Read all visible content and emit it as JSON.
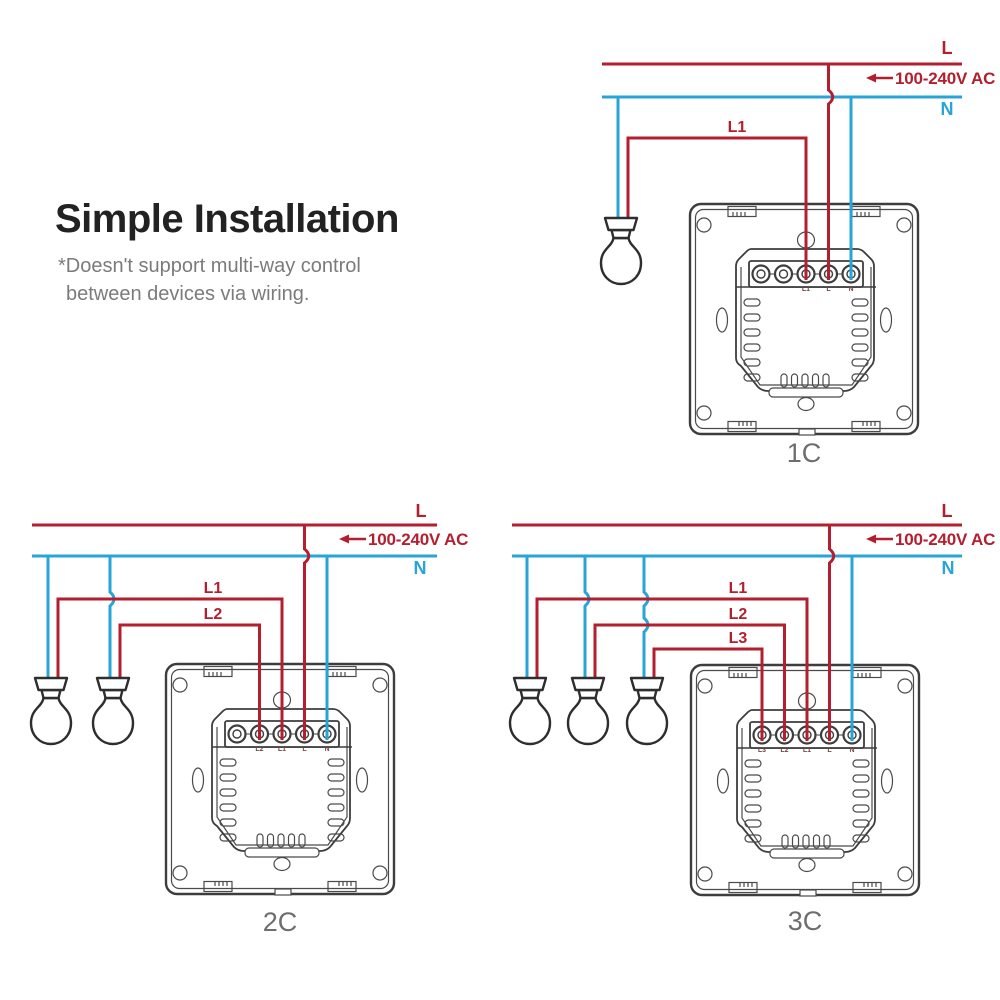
{
  "title": "Simple Installation",
  "note": {
    "line1": "*Doesn't support multi-way control",
    "line2": "between devices via wiring."
  },
  "colors": {
    "live_red": "#b41f2f",
    "neutral_blue": "#29a4d8",
    "device_outline": "#3d3d3d",
    "caption_gray": "#6e6e6e",
    "note_gray": "#7b7b7b"
  },
  "diagrams": [
    {
      "caption": "1C",
      "live_label": "L",
      "neutral_label": "N",
      "voltage_label": "100-240V AC",
      "branch_labels": [
        "L1"
      ],
      "terminal_labels": [
        "L1",
        "L",
        "N"
      ],
      "bulb_count": 1
    },
    {
      "caption": "2C",
      "live_label": "L",
      "neutral_label": "N",
      "voltage_label": "100-240V AC",
      "branch_labels": [
        "L1",
        "L2"
      ],
      "terminal_labels": [
        "L2",
        "L1",
        "L",
        "N"
      ],
      "bulb_count": 2
    },
    {
      "caption": "3C",
      "live_label": "L",
      "neutral_label": "N",
      "voltage_label": "100-240V AC",
      "branch_labels": [
        "L1",
        "L2",
        "L3"
      ],
      "terminal_labels": [
        "L3",
        "L2",
        "L1",
        "L",
        "N"
      ],
      "bulb_count": 3
    }
  ]
}
